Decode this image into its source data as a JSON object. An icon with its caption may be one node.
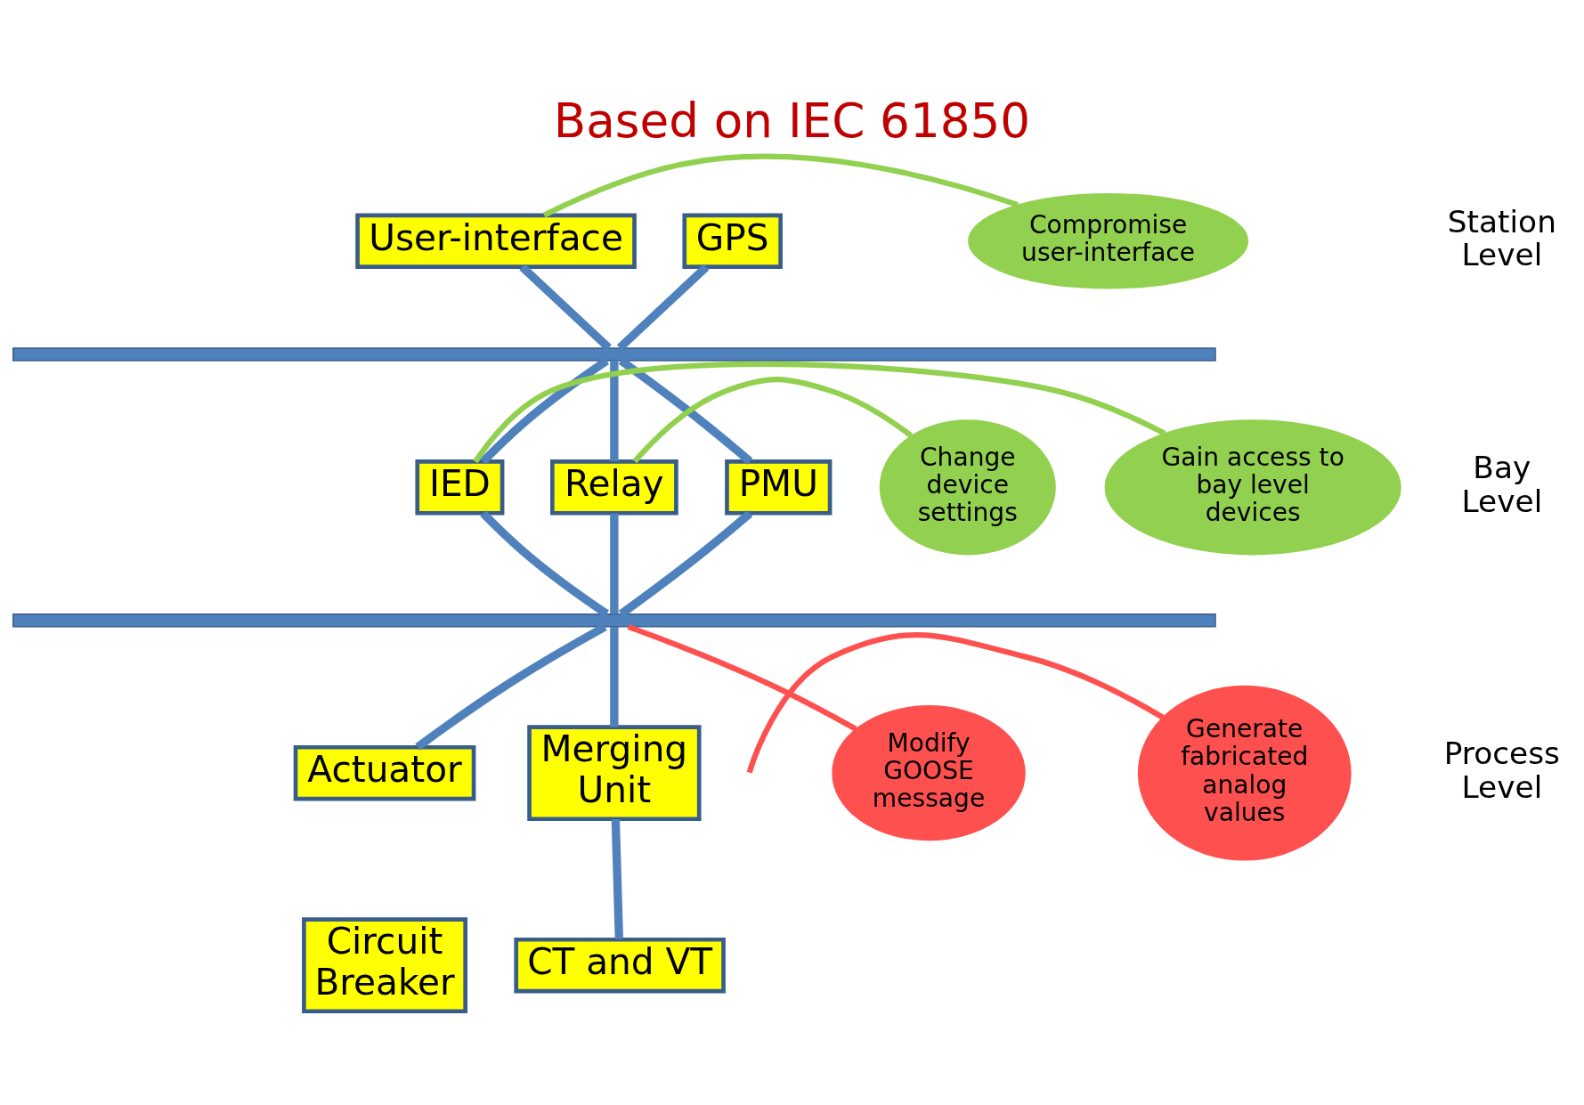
{
  "diagram": {
    "title": "Based on IEC 61850",
    "nodes": [
      {
        "text": [
          "User-interface"
        ]
      },
      {
        "text": [
          "GPS"
        ]
      },
      {
        "text": [],
        "shape": "bar"
      },
      {
        "text": [
          "IED"
        ]
      },
      {
        "text": [
          "Relay"
        ]
      },
      {
        "text": [
          "PMU"
        ]
      },
      {
        "text": [],
        "shape": "bar"
      },
      {
        "text": [
          "Actuator"
        ]
      },
      {
        "text": [
          "Circuit Breaker"
        ]
      },
      {
        "text": [
          "Merging Unit"
        ]
      },
      {
        "text": [
          "CT and VT"
        ]
      },
      {
        "text": [
          "Compromise user-interface"
        ]
      },
      {
        "text": [
          "Gain access to bay level devices"
        ]
      },
      {
        "text": [
          "Change device settings"
        ]
      },
      {
        "text": [
          "Modify GOOSE message"
        ]
      },
      {
        "text": [
          "Generate fabricated analog values"
        ]
      }
    ],
    "edges": [
      {
        "from": 0,
        "to": 2,
        "arrow": "none"
      },
      {
        "from": 1,
        "to": 2,
        "arrow": "none"
      },
      {
        "from": 2,
        "to": 3,
        "arrow": "none"
      },
      {
        "from": 2,
        "to": 4,
        "arrow": "none"
      },
      {
        "from": 2,
        "to": 5,
        "arrow": "none"
      },
      {
        "from": 3,
        "to": 6,
        "arrow": "none"
      },
      {
        "from": 4,
        "to": 6,
        "arrow": "none"
      },
      {
        "from": 5,
        "to": 6,
        "arrow": "none"
      },
      {
        "from": 6,
        "to": 7,
        "arrow": "none"
      },
      {
        "from": 6,
        "to": 9,
        "arrow": "none"
      },
      {
        "from": 9,
        "to": 10,
        "arrow": "none"
      },
      {
        "from": 11,
        "to": 0,
        "arrow": "none",
        "color": "#92d050"
      },
      {
        "from": 12,
        "to": 3,
        "arrow": "none",
        "color": "#92d050"
      },
      {
        "from": 13,
        "to": 4,
        "arrow": "none",
        "color": "#92d050"
      },
      {
        "from": 14,
        "to": 6,
        "arrow": "none",
        "color": "#ff5050"
      },
      {
        "from": 15,
        "to": null,
        "arrow": "none",
        "color": "#ff5050"
      }
    ],
    "labels": [
      "Station Level",
      "Bay Level",
      "Process Level"
    ]
  }
}
